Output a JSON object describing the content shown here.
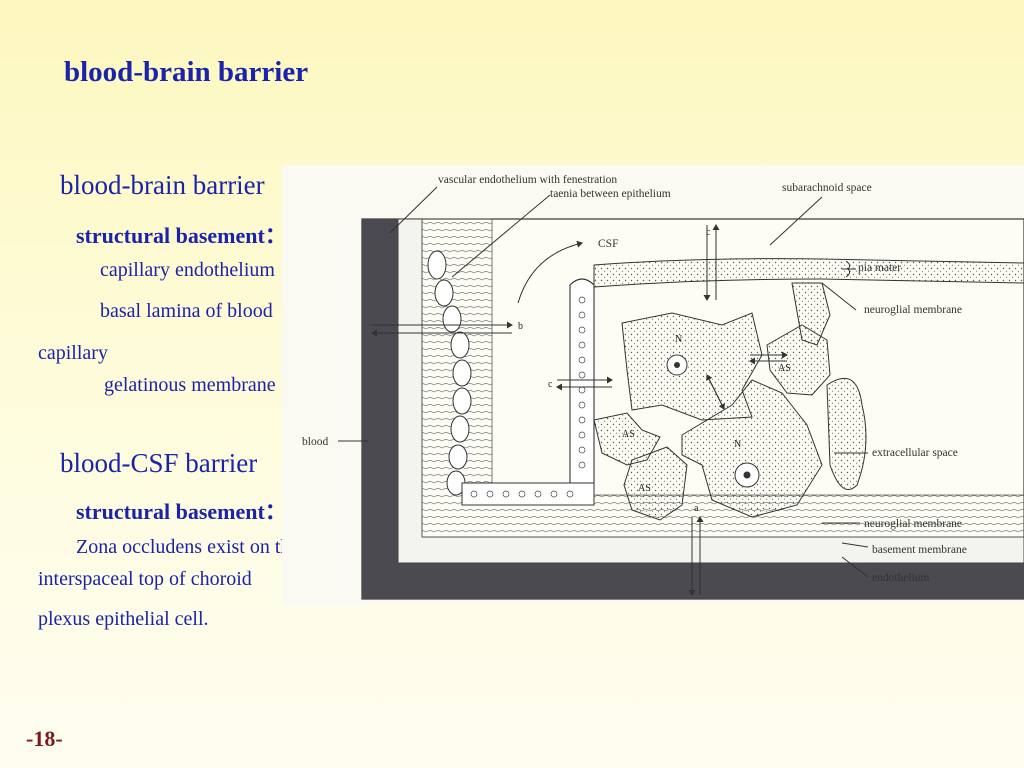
{
  "slide": {
    "title": "blood-brain barrier",
    "page_number": "-18-"
  },
  "bbb": {
    "heading": "blood-brain barrier",
    "structure_label": "structural basement：",
    "items": [
      "capillary endothelium",
      "basal lamina of blood",
      "capillary",
      "gelatinous membrane"
    ]
  },
  "bcsf": {
    "heading": "blood-CSF barrier",
    "structure_label": "structural basement：",
    "lines": [
      "Zona occludens exist on the",
      "interspaceal top of choroid",
      "plexus epithelial cell."
    ]
  },
  "figure": {
    "labels": {
      "vascular_endothelium": "vascular endothelium with fenestration",
      "taenia": "taenia between epithelium",
      "subarachnoid": "subarachnoid space",
      "csf": "CSF",
      "pia_mater": "pia mater",
      "neuroglial_top": "neuroglial membrane",
      "blood": "blood",
      "extracellular": "extracellular space",
      "neuroglial_bottom": "neuroglial membrane",
      "basement": "basement membrane",
      "endothelium": "endothelium"
    },
    "markers": {
      "a": "a",
      "b": "b",
      "c1": "c",
      "c2": "c",
      "n1": "N",
      "n2": "N",
      "as1": "AS",
      "as2": "AS",
      "as3": "AS"
    }
  }
}
